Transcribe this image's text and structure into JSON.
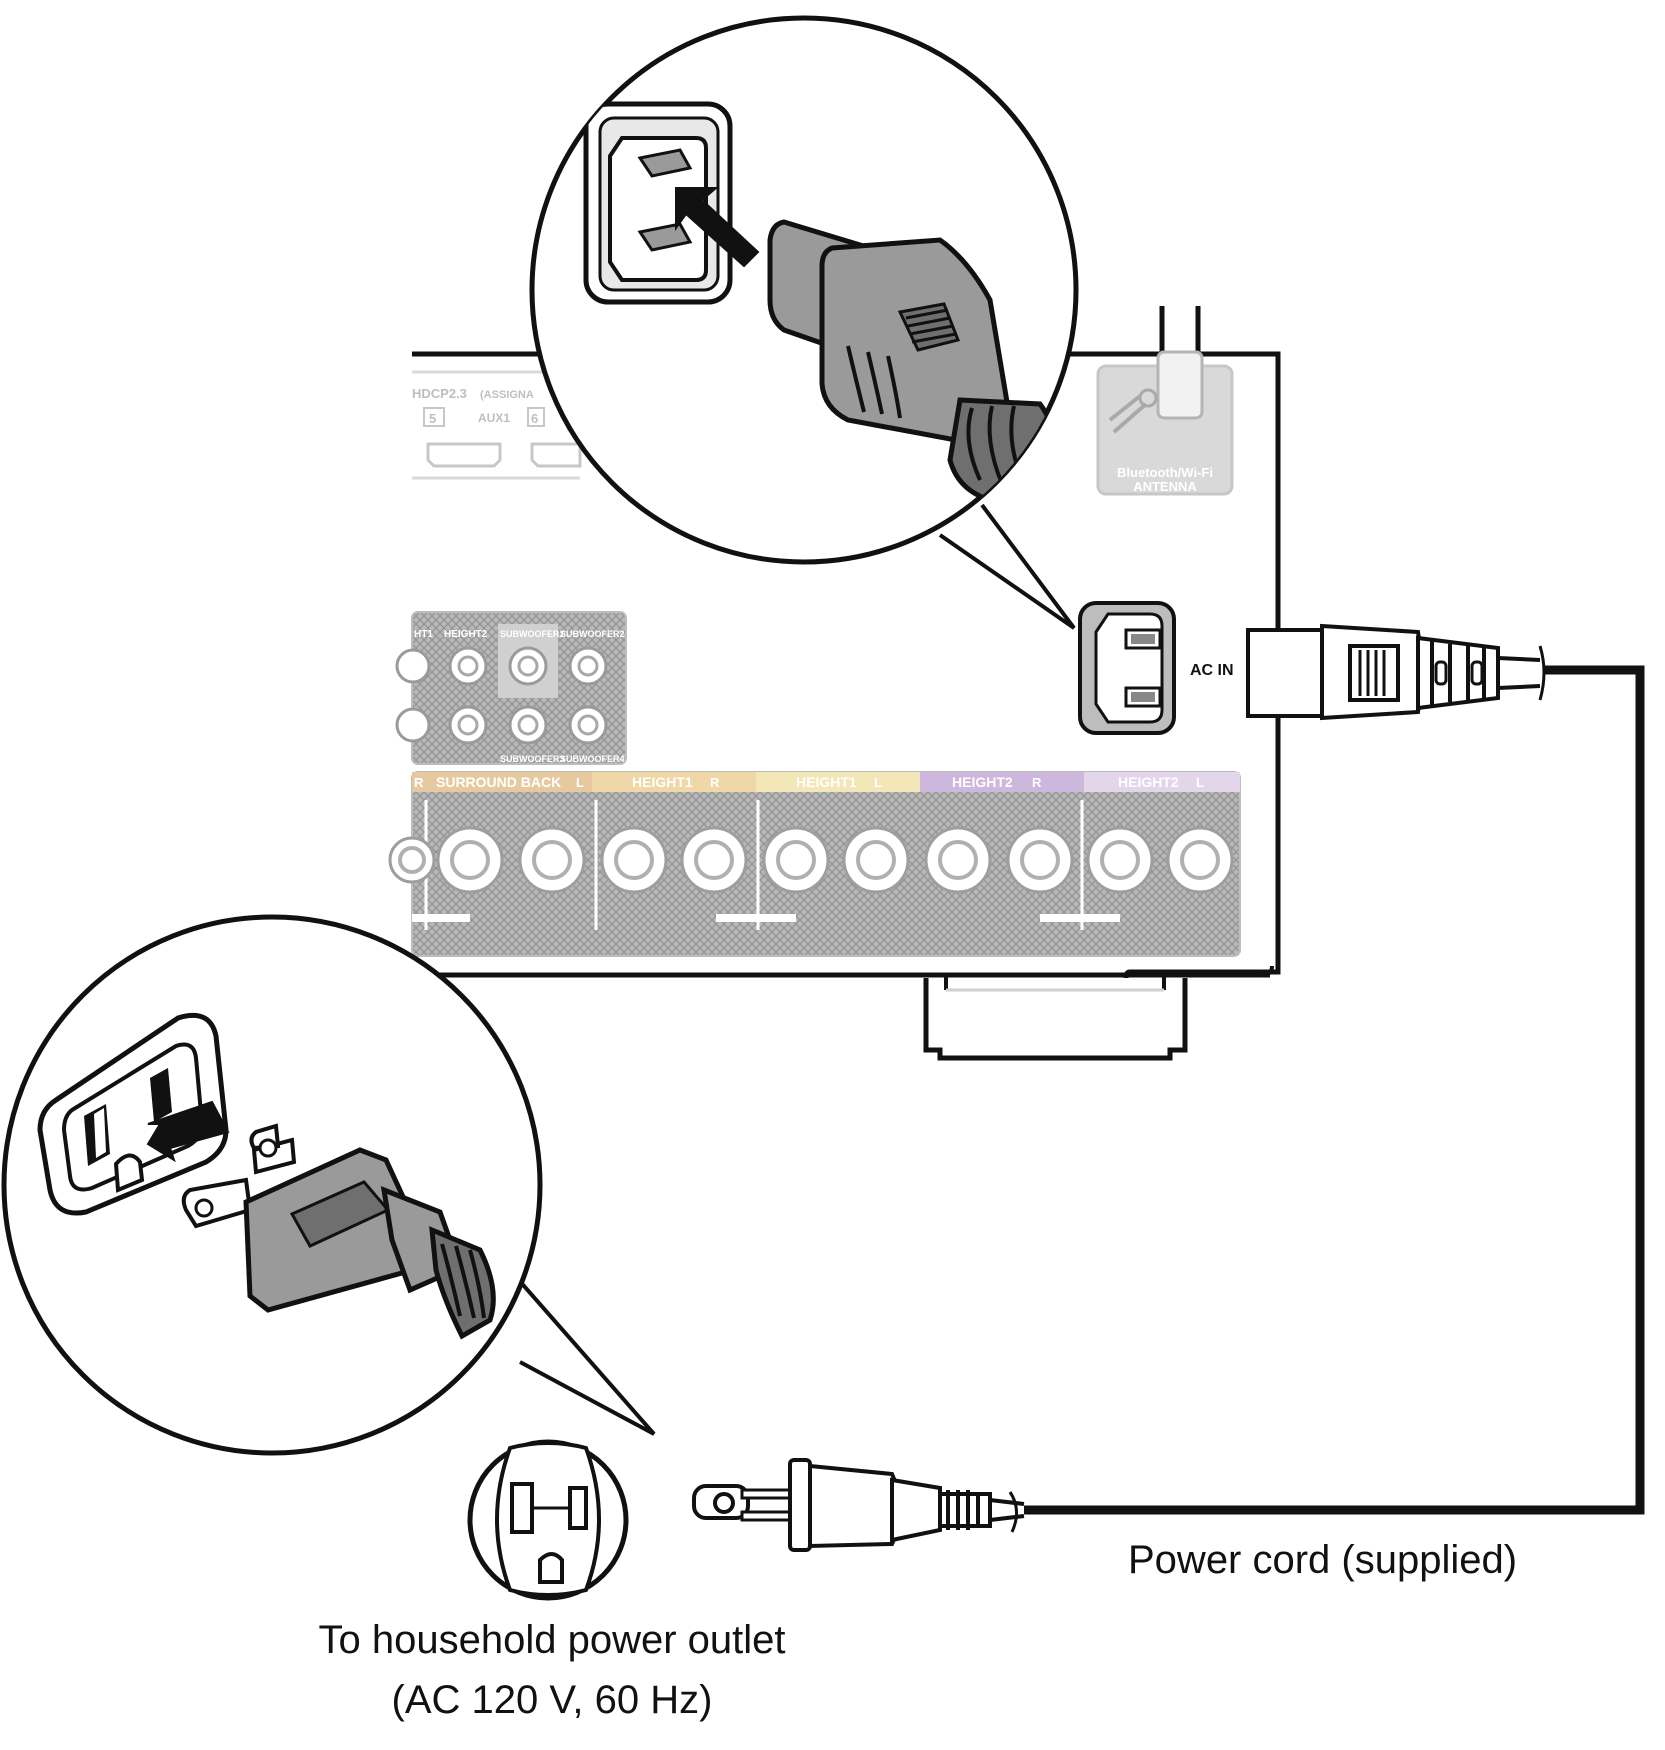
{
  "diagram": {
    "labels": {
      "ac_in": "AC IN",
      "antenna_line1": "Bluetooth/Wi-Fi",
      "antenna_line2": "ANTENNA",
      "hdcp": "HDCP2.3",
      "assign": "(ASSIGNA",
      "hdmi_5": "5",
      "hdmi_aux1": "AUX1",
      "hdmi_6": "6",
      "pre_height1": "HT1",
      "pre_height2": "HEIGHT2",
      "pre_sub1": "SUBWOOFER1",
      "pre_sub2": "SUBWOOFER2",
      "pre_sub3": "SUBWOOFER3",
      "pre_sub4": "SUBWOOFER4",
      "spk_r": "R",
      "spk_surround_back": "SURROUND BACK",
      "spk_sb_l": "L",
      "spk_height1_r": "HEIGHT1",
      "spk_height1_r_ch": "R",
      "spk_height1_l": "HEIGHT1",
      "spk_height1_l_ch": "L",
      "spk_height2_r": "HEIGHT2",
      "spk_height2_r_ch": "R",
      "spk_height2_l": "HEIGHT2",
      "spk_height2_l_ch": "L"
    },
    "captions": {
      "power_cord": "Power cord (supplied)",
      "outlet_line1": "To household power outlet",
      "outlet_line2": "(AC 120 V, 60 Hz)"
    },
    "colors": {
      "outline": "#111111",
      "plug_gray": "#9a9a9a",
      "plug_dark": "#6f6f6f",
      "panel_gray": "#c9c9c9",
      "surround_back": "#e7c9a0",
      "height1_r": "#efd7a8",
      "height1_l": "#f3e6b8",
      "height2_r": "#cdb7dc",
      "height2_l": "#e3d6ea"
    }
  }
}
